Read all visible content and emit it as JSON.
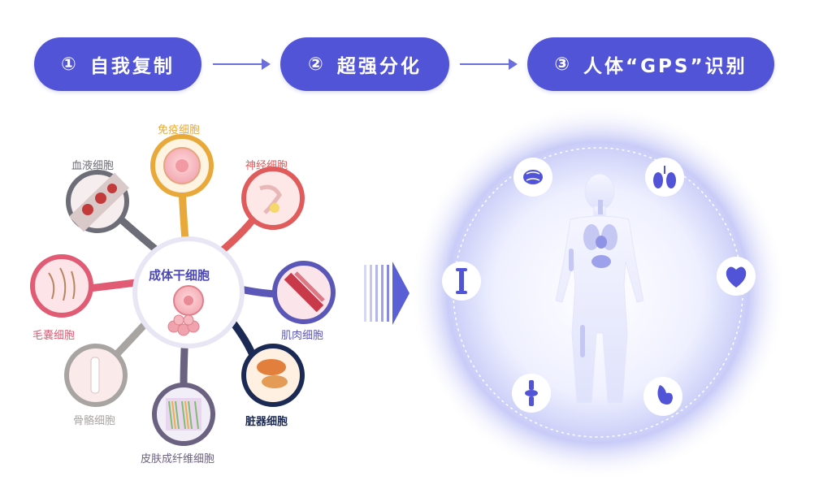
{
  "steps": [
    {
      "num": "①",
      "label": "自我复制"
    },
    {
      "num": "②",
      "label": "超强分化"
    },
    {
      "num": "③",
      "label": "人体“GPS”识别"
    }
  ],
  "stem_cell": {
    "center_label": "成体干细胞",
    "cells": [
      {
        "label": "免疫细胞",
        "color": "#e8a93a"
      },
      {
        "label": "神经细胞",
        "color": "#e05b5b"
      },
      {
        "label": "肌肉细胞",
        "color": "#5a57b8"
      },
      {
        "label": "脏器细胞",
        "color": "#1b2a55"
      },
      {
        "label": "皮肤成纤维细胞",
        "color": "#6b6180"
      },
      {
        "label": "骨骼细胞",
        "color": "#a8a4a2"
      },
      {
        "label": "毛囊细胞",
        "color": "#e05b73"
      },
      {
        "label": "血液细胞",
        "color": "#6d6d78"
      }
    ]
  },
  "body_map": {
    "organ_icons": [
      "brain-icon",
      "lungs-icon",
      "heart-icon",
      "stomach-icon",
      "knee-joint-icon",
      "bone-icon"
    ],
    "accent": "#5254d8"
  }
}
